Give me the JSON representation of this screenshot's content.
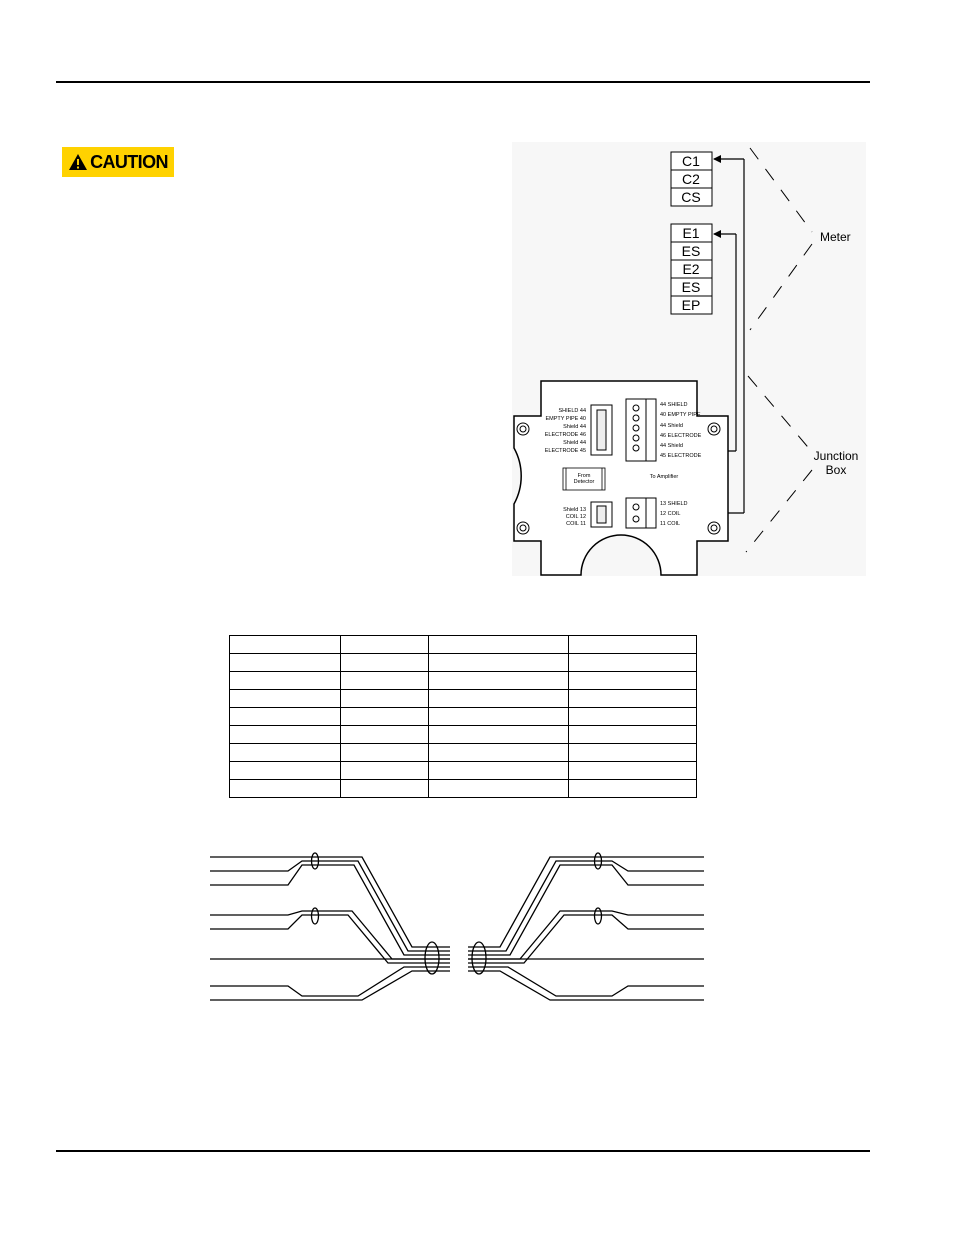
{
  "caution": {
    "label": "CAUTION",
    "icon": "warning-triangle-icon",
    "color": "#ffd200"
  },
  "meter": {
    "coil_terminals": [
      "C1",
      "C2",
      "CS"
    ],
    "electrode_terminals": [
      "E1",
      "ES",
      "E2",
      "ES",
      "EP"
    ],
    "label": "Meter"
  },
  "junction_box": {
    "label_line1": "Junction",
    "label_line2": "Box",
    "left_block_labels": [
      "SHIELD 44",
      "EMPTY PIPE 40",
      "Shield 44",
      "ELECTRODE 46",
      "Shield 44",
      "ELECTRODE 45"
    ],
    "right_block_labels": [
      "44  SHIELD",
      "40  EMPTY PIPE",
      "44  Shield",
      "46  ELECTRODE",
      "44  Shield",
      "45  ELECTRODE"
    ],
    "lower_left_labels": [
      "Shield 13",
      "COIL 12",
      "COIL 11"
    ],
    "lower_right_labels": [
      "13  SHIELD",
      "12  COIL",
      "11  COIL"
    ],
    "from_detector_line1": "From",
    "from_detector_line2": "Detector",
    "to_amplifier": "To Amplifier"
  },
  "table": {
    "columns": 4,
    "rows": 9
  }
}
